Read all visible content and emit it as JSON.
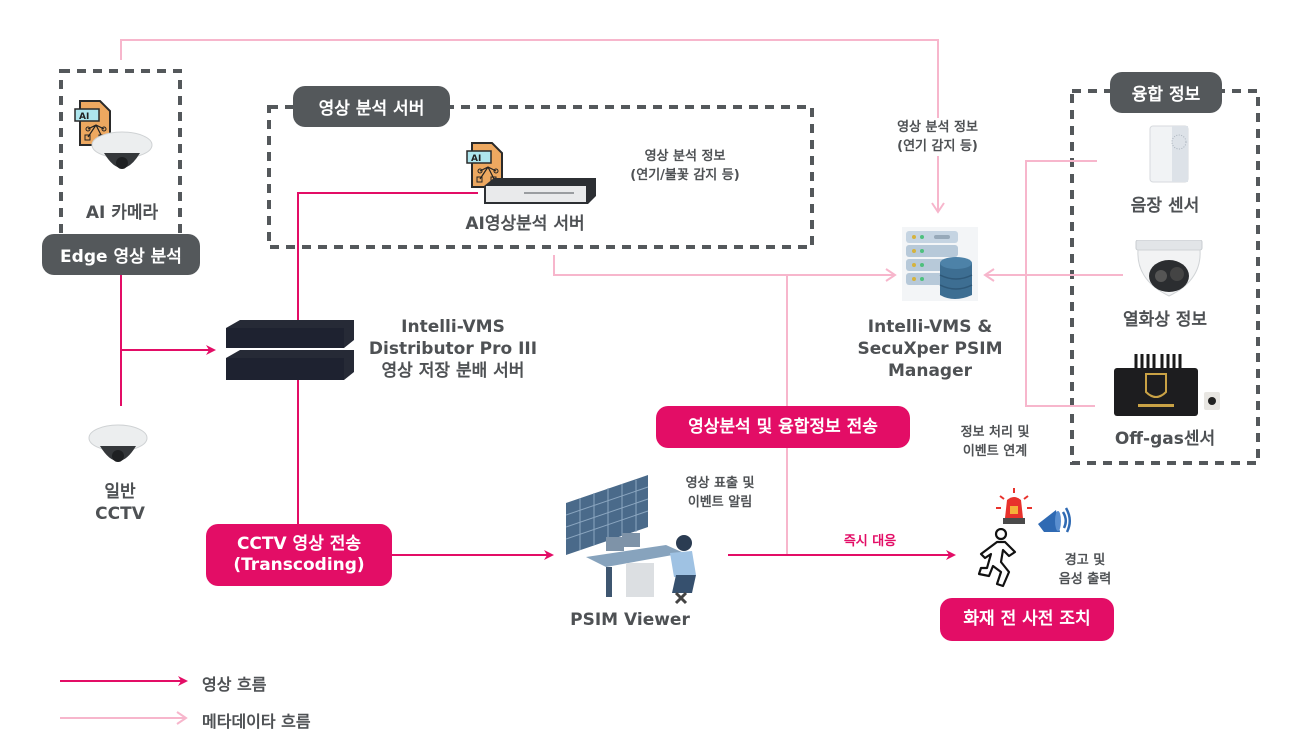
{
  "groups": {
    "edge": {
      "title": "AI 카메라",
      "badge": "Edge 영상 분석"
    },
    "server": {
      "badge": "영상 분석 서버",
      "device_label": "AI영상분석 서버",
      "info": [
        "영상 분석 정보",
        "(연기/불꽃 감지 등)"
      ]
    },
    "fusion": {
      "badge": "융합 정보",
      "sensors": [
        {
          "label": "음장 센서"
        },
        {
          "label": "열화상 정보"
        },
        {
          "label": "Off-gas센서"
        }
      ]
    }
  },
  "nodes": {
    "cctv": {
      "label": [
        "일반",
        "CCTV"
      ]
    },
    "distributor": {
      "label": [
        "Intelli-VMS",
        "Distributor Pro III",
        "영상 저장 분배 서버"
      ]
    },
    "psim_manager": {
      "label": [
        "Intelli-VMS &",
        "SecuXper PSIM",
        "Manager"
      ]
    },
    "psim_viewer": {
      "label": "PSIM Viewer"
    },
    "response": {
      "label": [
        "경고 및",
        "음성 출력"
      ]
    }
  },
  "annotations": {
    "top_info": [
      "영상 분석 정보",
      "(연기 감지 등)"
    ],
    "processing": [
      "정보 처리 및",
      "이벤트 연계"
    ],
    "viewer_note": [
      "영상 표출 및",
      "이벤트 알림"
    ],
    "immediate": "즉시 대응"
  },
  "callouts": {
    "cctv_transfer": [
      "CCTV 영상 전송",
      "(Transcoding)"
    ],
    "analysis_transfer": "영상분석 및 융합정보 전송",
    "pre_action": "화재 전 사전 조치"
  },
  "legend": {
    "items": [
      {
        "label": "영상 흐름",
        "color": "#e30d66"
      },
      {
        "label": "메타데이타 흐름",
        "color": "#f7b6cc"
      }
    ]
  },
  "colors": {
    "video_flow": "#e30d66",
    "meta_flow": "#f7b6cc",
    "badge_dark": "#54585b",
    "text": "#4e5154"
  }
}
